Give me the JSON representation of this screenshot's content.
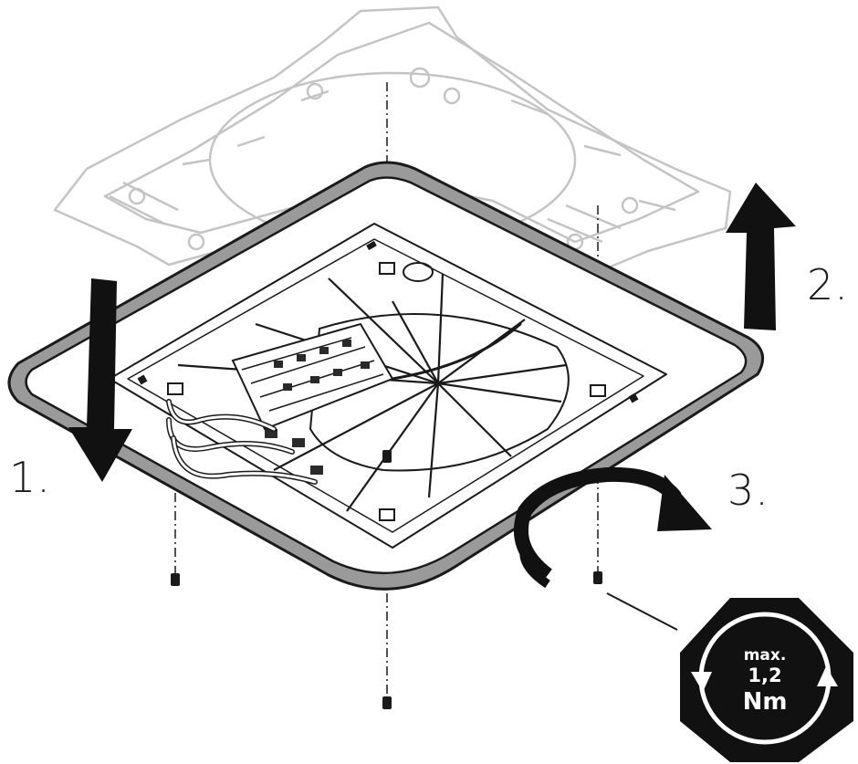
{
  "steps": {
    "step1": "1.",
    "step2": "2.",
    "step3": "3."
  },
  "torque_badge": {
    "line1": "max.",
    "line2": "1,2",
    "line3": "Nm"
  },
  "colors": {
    "outline": "#1a1a1a",
    "frame": "#c4c4c4",
    "arrow": "#111111",
    "badge": "#111111",
    "badge_text": "#ffffff"
  },
  "icons": [
    "down-arrow-icon",
    "up-arrow-icon",
    "rotate-arrow-icon",
    "octagon-badge-icon"
  ]
}
